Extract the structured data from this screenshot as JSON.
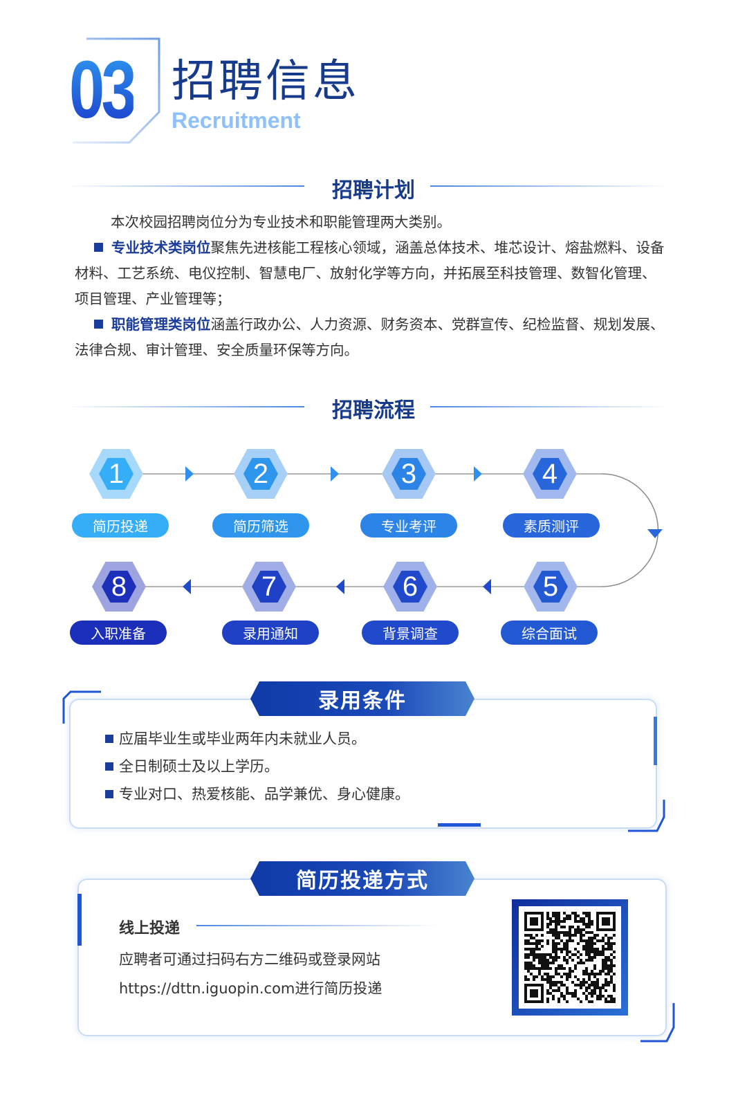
{
  "header": {
    "number": "03",
    "title": "招聘信息",
    "subtitle": "Recruitment"
  },
  "plan": {
    "heading": "招聘计划",
    "intro": "本次校园招聘岗位分为专业技术和职能管理两大类别。",
    "tech_label": "专业技术类岗位",
    "tech_text": "聚焦先进核能工程核心领域，涵盖总体技术、堆芯设计、熔盐燃料、设备材料、工艺系统、电仪控制、智慧电厂、放射化学等方向，并拓展至科技管理、数智化管理、项目管理、产业管理等；",
    "mgmt_label": "职能管理类岗位",
    "mgmt_text": "涵盖行政办公、人力资源、财务资本、党群宣传、纪检监督、规划发展、法律合规、审计管理、安全质量环保等方向。"
  },
  "process": {
    "heading": "招聘流程",
    "steps": [
      {
        "num": "1",
        "label": "简历投递",
        "color": "#36aef7",
        "outer": "#a6d9fb"
      },
      {
        "num": "2",
        "label": "简历筛选",
        "color": "#2f96ee",
        "outer": "#a6d0f8"
      },
      {
        "num": "3",
        "label": "专业考评",
        "color": "#2c84e6",
        "outer": "#a5c8f4"
      },
      {
        "num": "4",
        "label": "素质测评",
        "color": "#2766db",
        "outer": "#a1b9ee"
      },
      {
        "num": "5",
        "label": "综合面试",
        "color": "#2459d4",
        "outer": "#a2b7ec"
      },
      {
        "num": "6",
        "label": "背景调查",
        "color": "#2149cc",
        "outer": "#a0b0e8"
      },
      {
        "num": "7",
        "label": "录用通知",
        "color": "#1f41c6",
        "outer": "#a0ade6"
      },
      {
        "num": "8",
        "label": "入职准备",
        "color": "#1b2fba",
        "outer": "#9ea4e0"
      }
    ]
  },
  "conditions": {
    "heading": "录用条件",
    "items": [
      "应届毕业生或毕业两年内未就业人员。",
      "全日制硕士及以上学历。",
      "专业对口、热爱核能、品学兼优、身心健康。"
    ]
  },
  "submit": {
    "heading": "简历投递方式",
    "online_label": "线上投递",
    "line1": "应聘者可通过扫码右方二维码或登录网站",
    "line2": "https://dttn.iguopin.com进行简历投递"
  }
}
